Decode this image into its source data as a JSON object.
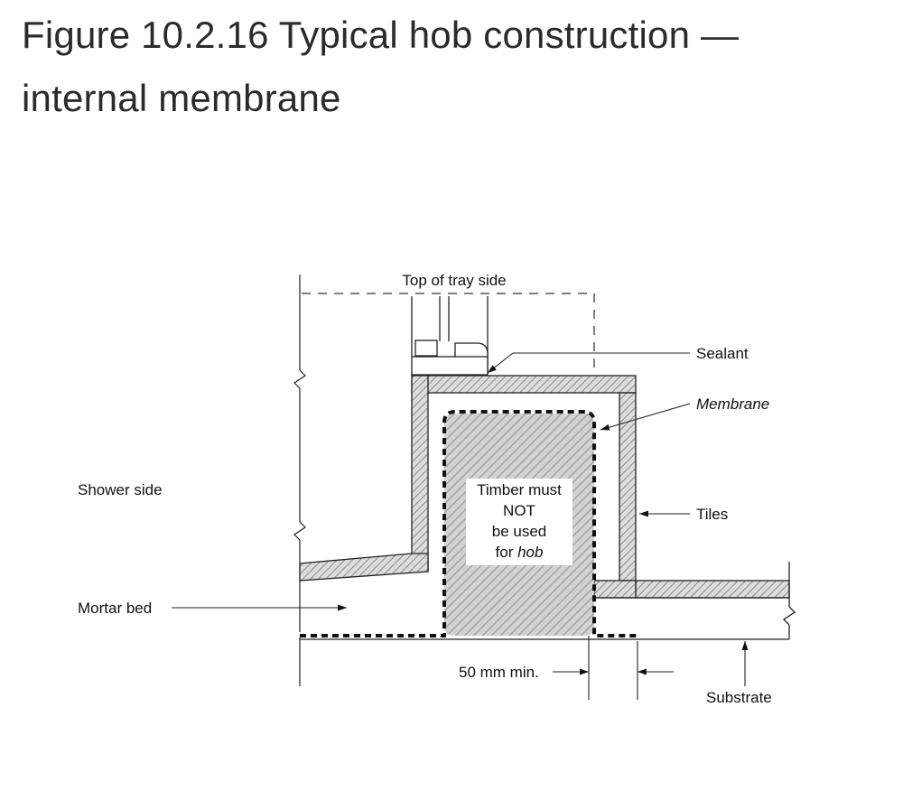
{
  "figure": {
    "title_line1": "Figure 10.2.16 Typical hob construction —",
    "title_line2": "internal membrane"
  },
  "labels": {
    "top_of_tray_side": "Top of tray side",
    "sealant": "Sealant",
    "membrane": "Membrane",
    "shower_side": "Shower side",
    "tiles": "Tiles",
    "mortar_bed": "Mortar bed",
    "dimension": "50 mm min.",
    "substrate": "Substrate",
    "hob_note_line1": "Timber must",
    "hob_note_line2": "NOT",
    "hob_note_line3": "be used",
    "hob_note_line4_prefix": "for ",
    "hob_note_line4_italic": "hob"
  }
}
